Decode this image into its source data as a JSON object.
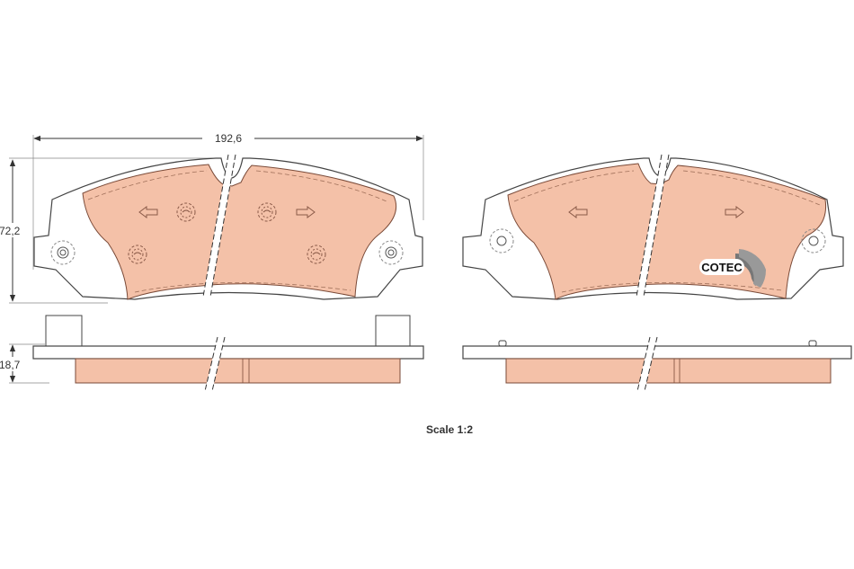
{
  "diagram": {
    "title": "Brake pad set technical drawing",
    "dimensions": {
      "width": "192,6",
      "height": "72,2",
      "thickness": "18,7"
    },
    "scale_label": "Scale 1:2",
    "logo": "COTEC",
    "colors": {
      "friction": "#f4c1a8",
      "outline": "#444444",
      "dash": "#a0705a",
      "backing": "#ffffff"
    },
    "views": [
      {
        "name": "left-pad-front-view"
      },
      {
        "name": "right-pad-front-view"
      },
      {
        "name": "left-pad-side-view"
      },
      {
        "name": "right-pad-side-view"
      }
    ]
  }
}
